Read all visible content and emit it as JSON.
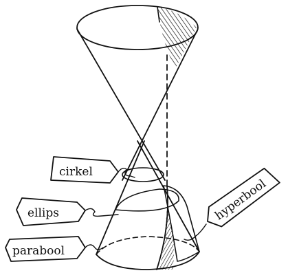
{
  "labels": {
    "circle": "cirkel",
    "ellipse": "ellips",
    "parabola": "parabool",
    "hyperbola": "hyperbool"
  },
  "colors": {
    "ink": "#111111",
    "paper": "#ffffff"
  }
}
